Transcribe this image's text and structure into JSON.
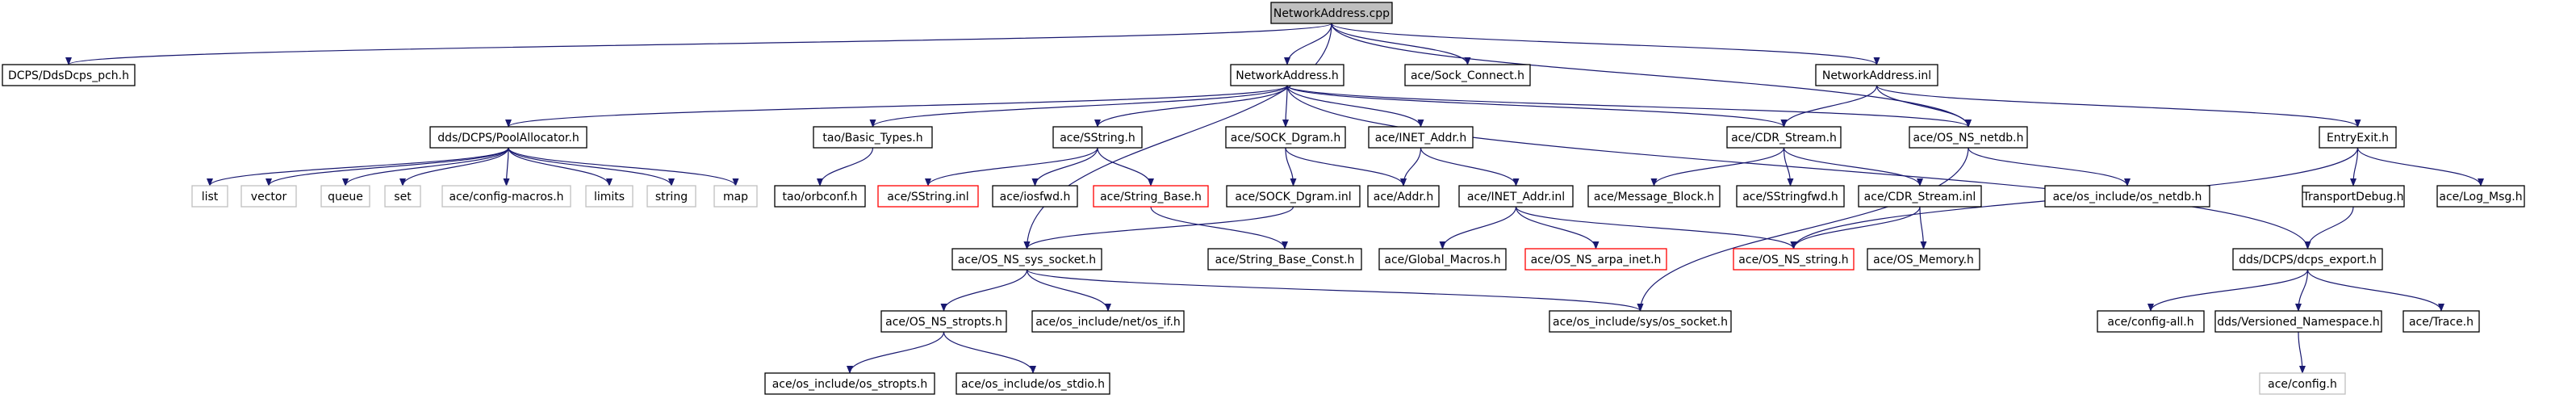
{
  "colors": {
    "edge": "#191970",
    "border_normal": "#000000",
    "border_missing": "#bfbfbf",
    "border_truncated": "#ff0000",
    "fill_root": "#bfbfbf",
    "fill_normal": "#ffffff",
    "text": "#000000"
  },
  "nodes": [
    {
      "id": "root",
      "label": "NetworkAddress.cpp",
      "style": "root"
    },
    {
      "id": "ddsdcps",
      "label": "DCPS/DdsDcps_pch.h",
      "style": "normal"
    },
    {
      "id": "nah",
      "label": "NetworkAddress.h",
      "style": "normal"
    },
    {
      "id": "sockconn",
      "label": "ace/Sock_Connect.h",
      "style": "normal"
    },
    {
      "id": "nainl",
      "label": "NetworkAddress.inl",
      "style": "normal"
    },
    {
      "id": "pool",
      "label": "dds/DCPS/PoolAllocator.h",
      "style": "normal"
    },
    {
      "id": "basictypes",
      "label": "tao/Basic_Types.h",
      "style": "normal"
    },
    {
      "id": "sstringh",
      "label": "ace/SString.h",
      "style": "normal"
    },
    {
      "id": "sockdgram",
      "label": "ace/SOCK_Dgram.h",
      "style": "normal"
    },
    {
      "id": "inetaddrh",
      "label": "ace/INET_Addr.h",
      "style": "normal"
    },
    {
      "id": "cdrstream",
      "label": "ace/CDR_Stream.h",
      "style": "normal"
    },
    {
      "id": "osnsnetdb",
      "label": "ace/OS_NS_netdb.h",
      "style": "normal"
    },
    {
      "id": "entryexit",
      "label": "EntryExit.h",
      "style": "normal"
    },
    {
      "id": "list",
      "label": "list",
      "style": "missing"
    },
    {
      "id": "vector",
      "label": "vector",
      "style": "missing"
    },
    {
      "id": "queue",
      "label": "queue",
      "style": "missing"
    },
    {
      "id": "set",
      "label": "set",
      "style": "missing"
    },
    {
      "id": "configmacros",
      "label": "ace/config-macros.h",
      "style": "missing"
    },
    {
      "id": "limits",
      "label": "limits",
      "style": "missing"
    },
    {
      "id": "string",
      "label": "string",
      "style": "missing"
    },
    {
      "id": "map",
      "label": "map",
      "style": "missing"
    },
    {
      "id": "orbconf",
      "label": "tao/orbconf.h",
      "style": "normal"
    },
    {
      "id": "sstringinl",
      "label": "ace/SString.inl",
      "style": "truncated"
    },
    {
      "id": "iosfwd",
      "label": "ace/iosfwd.h",
      "style": "normal"
    },
    {
      "id": "stringbase",
      "label": "ace/String_Base.h",
      "style": "truncated"
    },
    {
      "id": "sockdgraminl",
      "label": "ace/SOCK_Dgram.inl",
      "style": "normal"
    },
    {
      "id": "addr",
      "label": "ace/Addr.h",
      "style": "normal"
    },
    {
      "id": "inetaddrinl",
      "label": "ace/INET_Addr.inl",
      "style": "normal"
    },
    {
      "id": "msgblock",
      "label": "ace/Message_Block.h",
      "style": "normal"
    },
    {
      "id": "sstringfwd",
      "label": "ace/SStringfwd.h",
      "style": "normal"
    },
    {
      "id": "cdrstreaminl",
      "label": "ace/CDR_Stream.inl",
      "style": "normal"
    },
    {
      "id": "osincnetdb",
      "label": "ace/os_include/os_netdb.h",
      "style": "normal"
    },
    {
      "id": "transportdebug",
      "label": "TransportDebug.h",
      "style": "normal"
    },
    {
      "id": "logmsg",
      "label": "ace/Log_Msg.h",
      "style": "normal"
    },
    {
      "id": "osnssyssocket",
      "label": "ace/OS_NS_sys_socket.h",
      "style": "normal"
    },
    {
      "id": "stringbaseconst",
      "label": "ace/String_Base_Const.h",
      "style": "normal"
    },
    {
      "id": "globalmacros",
      "label": "ace/Global_Macros.h",
      "style": "normal"
    },
    {
      "id": "osnsarpainet",
      "label": "ace/OS_NS_arpa_inet.h",
      "style": "truncated"
    },
    {
      "id": "osnsstring",
      "label": "ace/OS_NS_string.h",
      "style": "truncated"
    },
    {
      "id": "osmemory",
      "label": "ace/OS_Memory.h",
      "style": "normal"
    },
    {
      "id": "dcpsexport",
      "label": "dds/DCPS/dcps_export.h",
      "style": "normal"
    },
    {
      "id": "osnsstropts",
      "label": "ace/OS_NS_stropts.h",
      "style": "normal"
    },
    {
      "id": "osincnetif",
      "label": "ace/os_include/net/os_if.h",
      "style": "normal"
    },
    {
      "id": "osincsyssocket",
      "label": "ace/os_include/sys/os_socket.h",
      "style": "normal"
    },
    {
      "id": "configall",
      "label": "ace/config-all.h",
      "style": "normal"
    },
    {
      "id": "versionedns",
      "label": "dds/Versioned_Namespace.h",
      "style": "normal"
    },
    {
      "id": "trace",
      "label": "ace/Trace.h",
      "style": "normal"
    },
    {
      "id": "osincstropts",
      "label": "ace/os_include/os_stropts.h",
      "style": "normal"
    },
    {
      "id": "osincstdio",
      "label": "ace/os_include/os_stdio.h",
      "style": "normal"
    },
    {
      "id": "config",
      "label": "ace/config.h",
      "style": "missing"
    }
  ],
  "edges": [
    [
      "root",
      "ddsdcps"
    ],
    [
      "root",
      "nah"
    ],
    [
      "root",
      "sockconn"
    ],
    [
      "root",
      "nainl"
    ],
    [
      "root",
      "osnssyssocket"
    ],
    [
      "root",
      "osnsnetdb"
    ],
    [
      "nah",
      "pool"
    ],
    [
      "nah",
      "basictypes"
    ],
    [
      "nah",
      "sstringh"
    ],
    [
      "nah",
      "sockdgram"
    ],
    [
      "nah",
      "inetaddrh"
    ],
    [
      "nah",
      "cdrstream"
    ],
    [
      "nah",
      "osnsnetdb"
    ],
    [
      "nah",
      "dcpsexport"
    ],
    [
      "nainl",
      "cdrstream"
    ],
    [
      "nainl",
      "osnsnetdb"
    ],
    [
      "nainl",
      "entryexit"
    ],
    [
      "pool",
      "list"
    ],
    [
      "pool",
      "vector"
    ],
    [
      "pool",
      "queue"
    ],
    [
      "pool",
      "set"
    ],
    [
      "pool",
      "configmacros"
    ],
    [
      "pool",
      "limits"
    ],
    [
      "pool",
      "string"
    ],
    [
      "pool",
      "map"
    ],
    [
      "basictypes",
      "orbconf"
    ],
    [
      "sstringh",
      "sstringinl"
    ],
    [
      "sstringh",
      "iosfwd"
    ],
    [
      "sstringh",
      "stringbase"
    ],
    [
      "stringbase",
      "stringbaseconst"
    ],
    [
      "sockdgram",
      "sockdgraminl"
    ],
    [
      "sockdgram",
      "addr"
    ],
    [
      "sockdgraminl",
      "osnssyssocket"
    ],
    [
      "inetaddrh",
      "addr"
    ],
    [
      "inetaddrh",
      "inetaddrinl"
    ],
    [
      "inetaddrinl",
      "globalmacros"
    ],
    [
      "inetaddrinl",
      "osnsarpainet"
    ],
    [
      "inetaddrinl",
      "osnsstring"
    ],
    [
      "cdrstream",
      "msgblock"
    ],
    [
      "cdrstream",
      "sstringfwd"
    ],
    [
      "cdrstream",
      "cdrstreaminl"
    ],
    [
      "cdrstreaminl",
      "osnsstring"
    ],
    [
      "cdrstreaminl",
      "osmemory"
    ],
    [
      "osnsnetdb",
      "osincnetdb"
    ],
    [
      "osnsnetdb",
      "osincsyssocket"
    ],
    [
      "entryexit",
      "osnsstring"
    ],
    [
      "entryexit",
      "transportdebug"
    ],
    [
      "entryexit",
      "logmsg"
    ],
    [
      "transportdebug",
      "dcpsexport"
    ],
    [
      "dcpsexport",
      "configall"
    ],
    [
      "dcpsexport",
      "versionedns"
    ],
    [
      "dcpsexport",
      "trace"
    ],
    [
      "versionedns",
      "config"
    ],
    [
      "osnssyssocket",
      "osnsstropts"
    ],
    [
      "osnssyssocket",
      "osincnetif"
    ],
    [
      "osnssyssocket",
      "osincsyssocket"
    ],
    [
      "osnsstropts",
      "osincstropts"
    ],
    [
      "osnsstropts",
      "osincstdio"
    ]
  ]
}
